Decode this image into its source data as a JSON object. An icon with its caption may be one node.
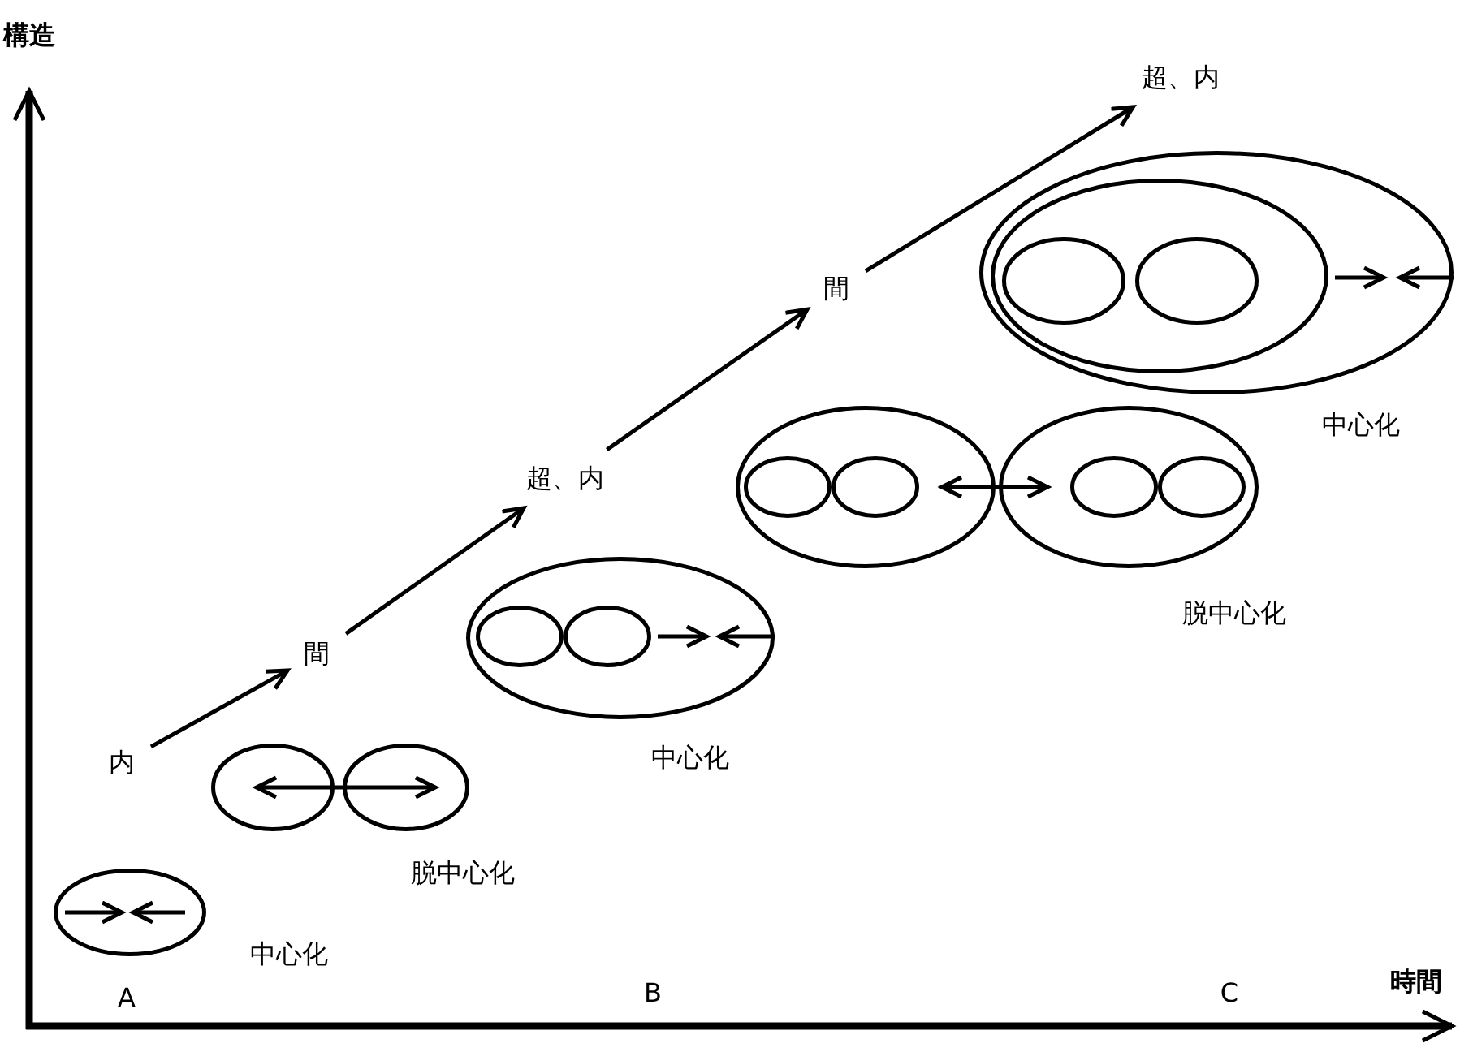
{
  "diagram": {
    "nodes": [
      {
        "text": [
          "内"
        ]
      },
      {
        "text": [
          "間"
        ]
      },
      {
        "text": [
          "超、内"
        ]
      },
      {
        "text": [
          "間"
        ]
      },
      {
        "text": [
          "超、内"
        ]
      },
      {
        "text": [],
        "shape": "ellipse",
        "beside": [
          "中心化"
        ]
      },
      {
        "text": [],
        "shape": "ellipse"
      },
      {
        "text": [],
        "shape": "ellipse",
        "beside": [
          "脱中心化"
        ]
      },
      {
        "text": [],
        "shape": "ellipse",
        "beside": [
          "中心化"
        ]
      },
      {
        "text": [],
        "shape": "ellipse",
        "in": 8
      },
      {
        "text": [],
        "shape": "ellipse",
        "in": 8
      },
      {
        "text": [],
        "shape": "ellipse"
      },
      {
        "text": [],
        "shape": "ellipse",
        "in": 11
      },
      {
        "text": [],
        "shape": "ellipse",
        "in": 11
      },
      {
        "text": [],
        "shape": "ellipse",
        "beside": [
          "脱中心化"
        ]
      },
      {
        "text": [],
        "shape": "ellipse",
        "in": 14
      },
      {
        "text": [],
        "shape": "ellipse",
        "in": 14
      },
      {
        "text": [],
        "shape": "ellipse",
        "beside": [
          "中心化"
        ]
      },
      {
        "text": [],
        "shape": "ellipse",
        "in": 17
      },
      {
        "text": [],
        "shape": "ellipse",
        "in": 18
      },
      {
        "text": [],
        "shape": "ellipse",
        "in": 18
      }
    ],
    "edges": [
      {
        "from": 0,
        "to": 1,
        "arrow": "to"
      },
      {
        "from": 1,
        "to": 2,
        "arrow": "to"
      },
      {
        "from": 2,
        "to": 3,
        "arrow": "to"
      },
      {
        "from": 3,
        "to": 4,
        "arrow": "to"
      },
      {
        "from": 6,
        "to": 7,
        "arrow": "both"
      },
      {
        "from": 13,
        "to": 15,
        "arrow": "both"
      }
    ],
    "labels": [
      "構造",
      "時間",
      "A",
      "B",
      "C"
    ]
  }
}
